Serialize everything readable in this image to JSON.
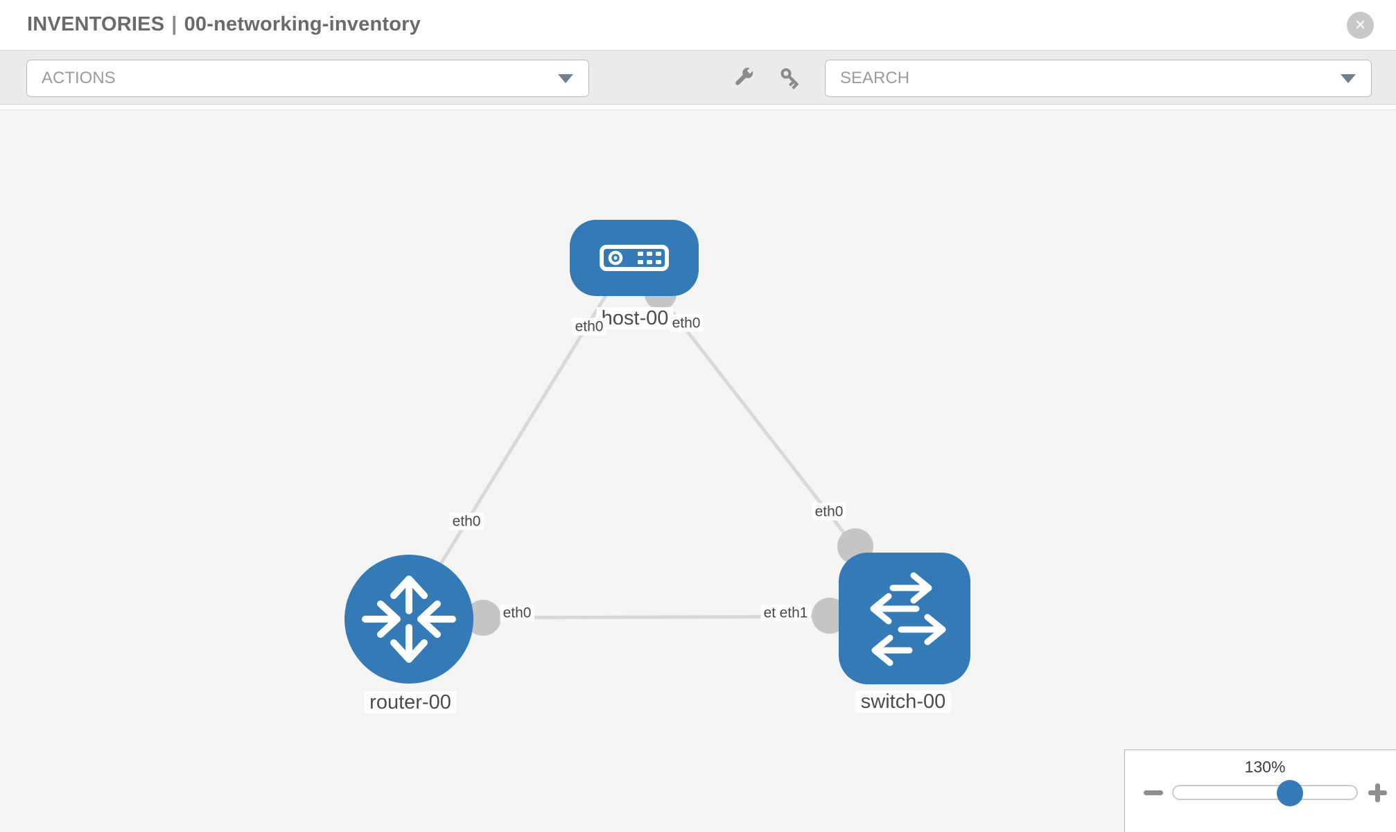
{
  "header": {
    "breadcrumb": "INVENTORIES",
    "separator": "|",
    "inventory_name": "00-networking-inventory",
    "close_glyph": "✕"
  },
  "toolbar": {
    "actions_label": "ACTIONS",
    "search_placeholder": "SEARCH"
  },
  "topology": {
    "nodes": [
      {
        "label": "host-00",
        "type": "host"
      },
      {
        "label": "router-00",
        "type": "router"
      },
      {
        "label": "switch-00",
        "type": "switch"
      }
    ],
    "links": [
      {
        "from": "host-00",
        "from_interface": "eth0",
        "to": "router-00",
        "to_interface": "eth0"
      },
      {
        "from": "host-00",
        "from_interface": "eth0",
        "to": "switch-00",
        "to_interface": "eth0"
      },
      {
        "from": "router-00",
        "from_interface": "eth0",
        "to": "switch-00",
        "to_interface": "eth1"
      }
    ]
  },
  "zoom_control": {
    "value": "130%"
  },
  "colors": {
    "node_blue": "#337ab7",
    "link_gray": "#d8d8d8",
    "interface_gray": "#c5c5c5",
    "canvas_bg": "#f5f5f5",
    "toolbar_bg": "#ebebeb"
  }
}
